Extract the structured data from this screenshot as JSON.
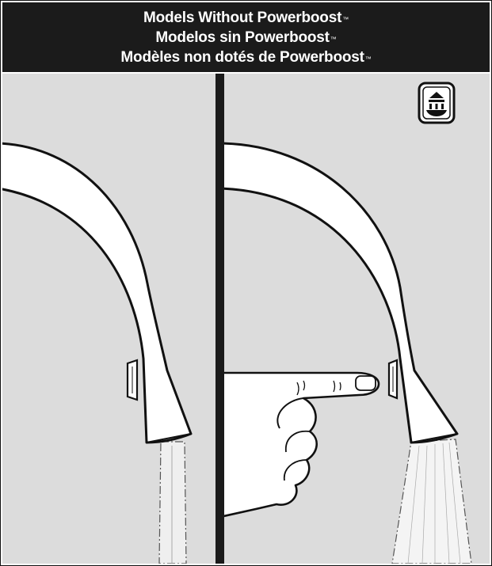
{
  "header": {
    "line_en": "Models Without Powerboost",
    "line_es": "Modelos sin Powerboost",
    "line_fr": "Modèles non dotés de Powerboost",
    "trademark": "™"
  },
  "panels": {
    "left": {
      "icon": "none"
    },
    "right": {
      "icon": "powerboost-spray-icon"
    }
  },
  "colors": {
    "header_bg": "#1b1b1b",
    "panel_bg": "#dcdcdc",
    "outline": "#111111"
  }
}
